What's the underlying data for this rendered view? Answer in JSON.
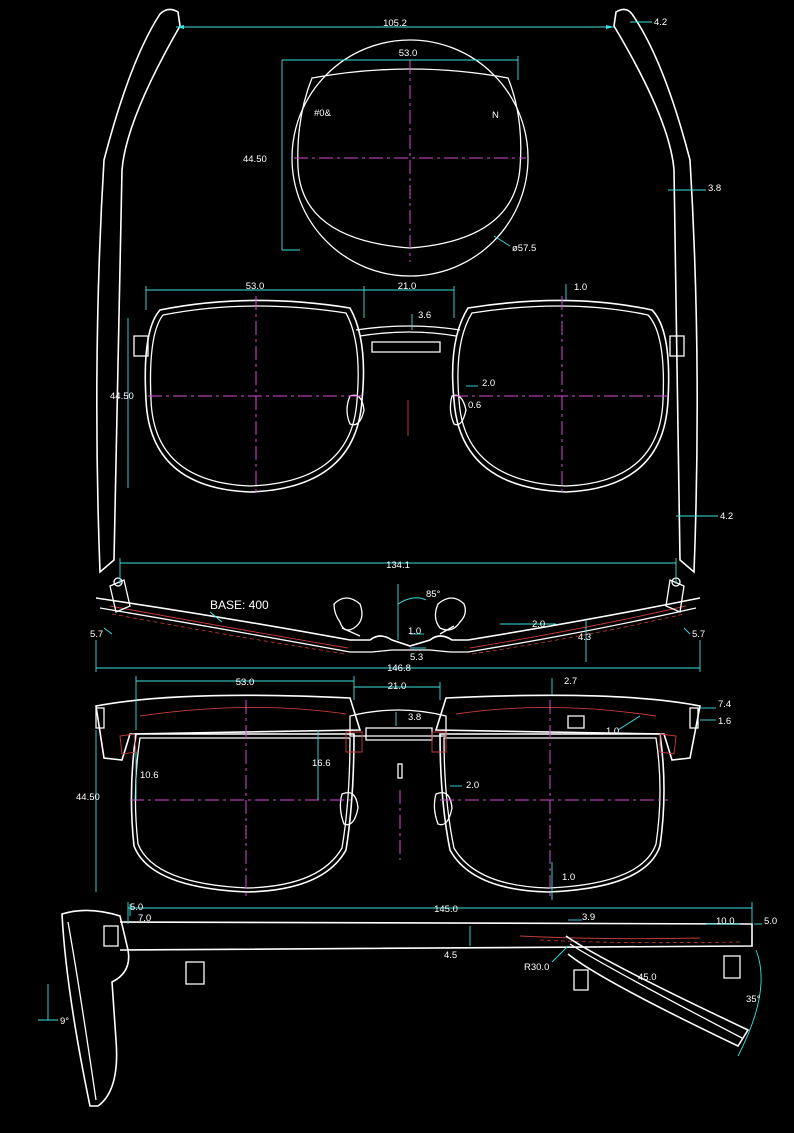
{
  "dims": {
    "temple_spread": "105.2",
    "temple_tip": "4.2",
    "temple_width": "3.8",
    "temple_end": "4.2",
    "lens_blank_width": "53.0",
    "lens_blank_height": "44.50",
    "lens_blank_dia": "ø57.5",
    "lens_mark_left": "#0&",
    "lens_mark_right": "N",
    "front1_lens_width": "53.0",
    "front1_bridge": "21.0",
    "front1_rim": "1.0",
    "front1_bridge_height": "3.6",
    "front1_lens_height": "44.50",
    "front1_pad": "2.0",
    "front1_pad_small": "0.6",
    "top_total_width": "134.1",
    "top_base": "BASE: 400",
    "top_angle": "85°",
    "top_left_thick": "5.7",
    "top_right_thick": "5.7",
    "top_center_a": "1.0",
    "top_center_b": "5.3",
    "top_right_a": "2.0",
    "top_right_b": "4.3",
    "top_overall": "146.8",
    "front2_lens_width": "53.0",
    "front2_bridge": "21.0",
    "front2_brow": "2.7",
    "front2_hinge_a": "7.4",
    "front2_hinge_b": "1.6",
    "front2_rim": "1.0",
    "front2_bridge_height": "3.8",
    "front2_left_h": "10.6",
    "front2_bridge_drop": "16.6",
    "front2_lens_height": "44.50",
    "front2_pad": "2.0",
    "front2_bottom_rim": "1.0",
    "side_a": "5.0",
    "side_b": "7.0",
    "side_length": "145.0",
    "side_c": "3.9",
    "side_d": "10.0",
    "side_e": "5.0",
    "side_thick": "4.5",
    "side_radius": "R30.0",
    "side_bent": "45.0",
    "side_bend_angle": "35°",
    "side_tilt": "9°"
  },
  "colors": {
    "background": "#000000",
    "outline": "#ffffff",
    "dimension": "#3fe0e0",
    "centerline": "#d24bd2",
    "hidden": "#c43c3c"
  }
}
